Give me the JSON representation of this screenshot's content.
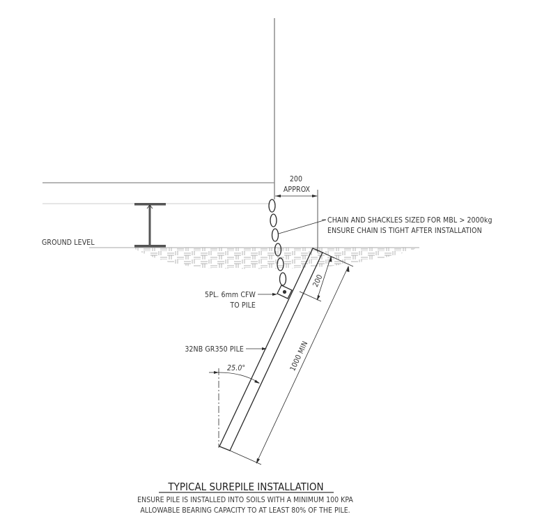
{
  "drawing": {
    "title": "TYPICAL SUREPILE INSTALLATION",
    "notes": [
      "ENSURE PILE IS INSTALLED INTO SOILS WITH A MINIMUM 100 KPA",
      "ALLOWABLE BEARING CAPACITY TO AT LEAST 80% OF THE PILE."
    ],
    "labels": {
      "ground_level": "GROUND LEVEL",
      "offset_dim_value": "200",
      "offset_dim_suffix": "APPROX",
      "chain_note_line1": "CHAIN AND SHACKLES SIZED FOR MBL > 2000kg",
      "chain_note_line2": "ENSURE CHAIN IS TIGHT AFTER INSTALLATION",
      "weld_note_line1": "5PL. 6mm CFW",
      "weld_note_line2": "TO PILE",
      "pile_spec": "32NB GR350 PILE",
      "angle": "25.0°",
      "plate_offset_dim": "200",
      "pile_length_dim": "1000 MIN"
    },
    "colors": {
      "line": "#2a2a2a",
      "hatch": "#9a9a9a",
      "text": "#333333",
      "background": "#ffffff"
    }
  }
}
